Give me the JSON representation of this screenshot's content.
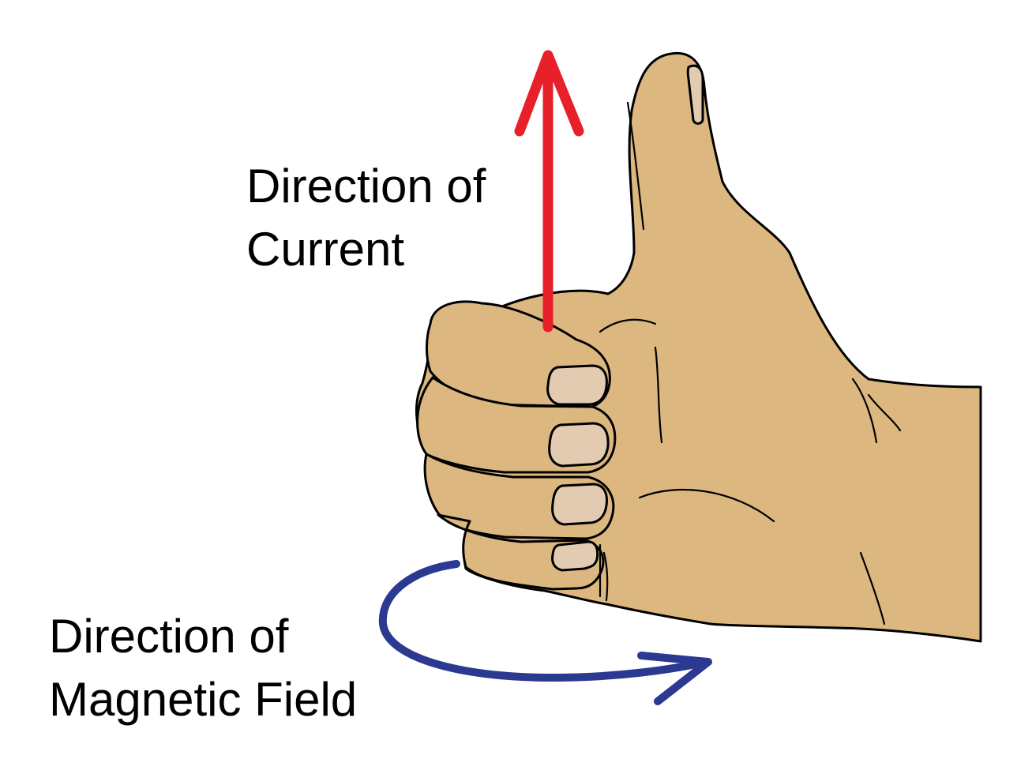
{
  "labels": {
    "current": [
      "Direction of",
      "Current"
    ],
    "magnetic_field": [
      "Direction of",
      "Magnetic Field"
    ]
  },
  "colors": {
    "current_arrow": "#e8202a",
    "field_arrow": "#2b3990",
    "skin": "#dcb880",
    "nail": "#e2cbb1",
    "outline": "#000000",
    "background": "#ffffff"
  },
  "icons": {
    "current_arrow": "up-arrow-icon",
    "field_arrow": "curved-arrow-icon",
    "hand": "thumbs-up-hand"
  }
}
